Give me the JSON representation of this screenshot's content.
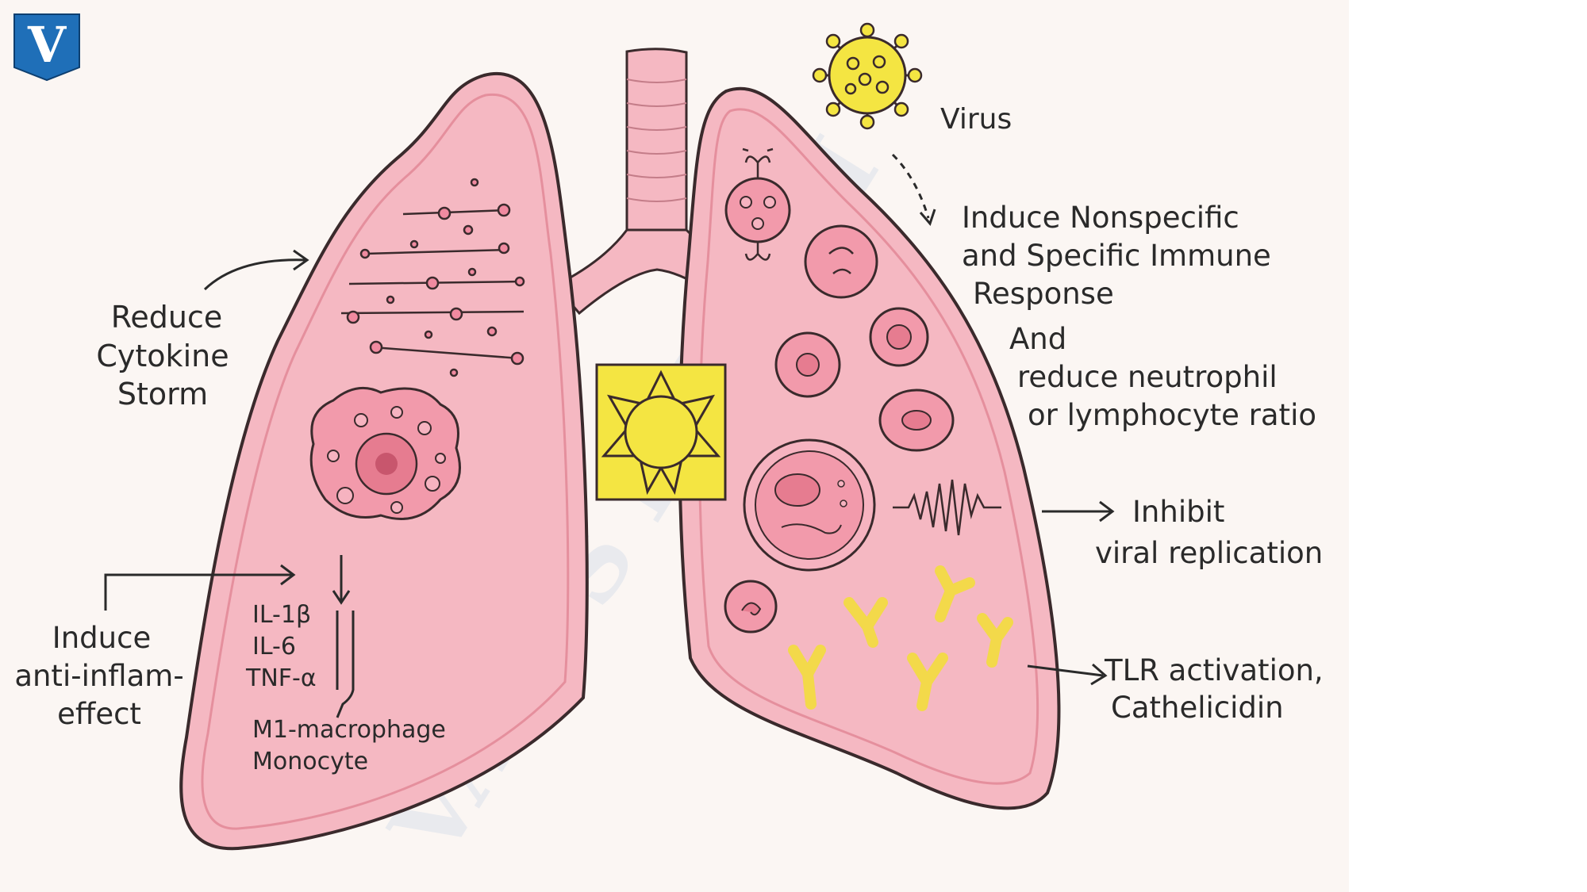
{
  "logo": {
    "letter": "V"
  },
  "watermark": "VAID'S ICS SHI",
  "labels": {
    "virus": "Virus",
    "immune_1": "Induce Nonspecific",
    "immune_2": "and Specific Immune",
    "immune_3": "Response",
    "immune_4": "And",
    "immune_5": "reduce neutrophil",
    "immune_6": "or lymphocyte ratio",
    "inhibit_1": "Inhibit",
    "inhibit_2": "viral replication",
    "tlr_1": "TLR activation,",
    "tlr_2": "Cathelicidin",
    "storm_1": "Reduce",
    "storm_2": "Cytokine",
    "storm_3": "Storm",
    "anti_1": "Induce",
    "anti_2": "anti-inflam-",
    "anti_3": "effect",
    "il1": "IL-1β",
    "il6": "IL-6",
    "tnf": "TNF-α",
    "m1": "M1-macrophage",
    "mono": "Monocyte"
  },
  "colors": {
    "lung_fill": "#f5b8c2",
    "lung_stroke": "#3a2a2c",
    "cell_fill": "#f2a3b0",
    "virus_yellow": "#f4e542",
    "antibody_yellow": "#f3d94a",
    "logo_blue": "#1f6fb8"
  }
}
